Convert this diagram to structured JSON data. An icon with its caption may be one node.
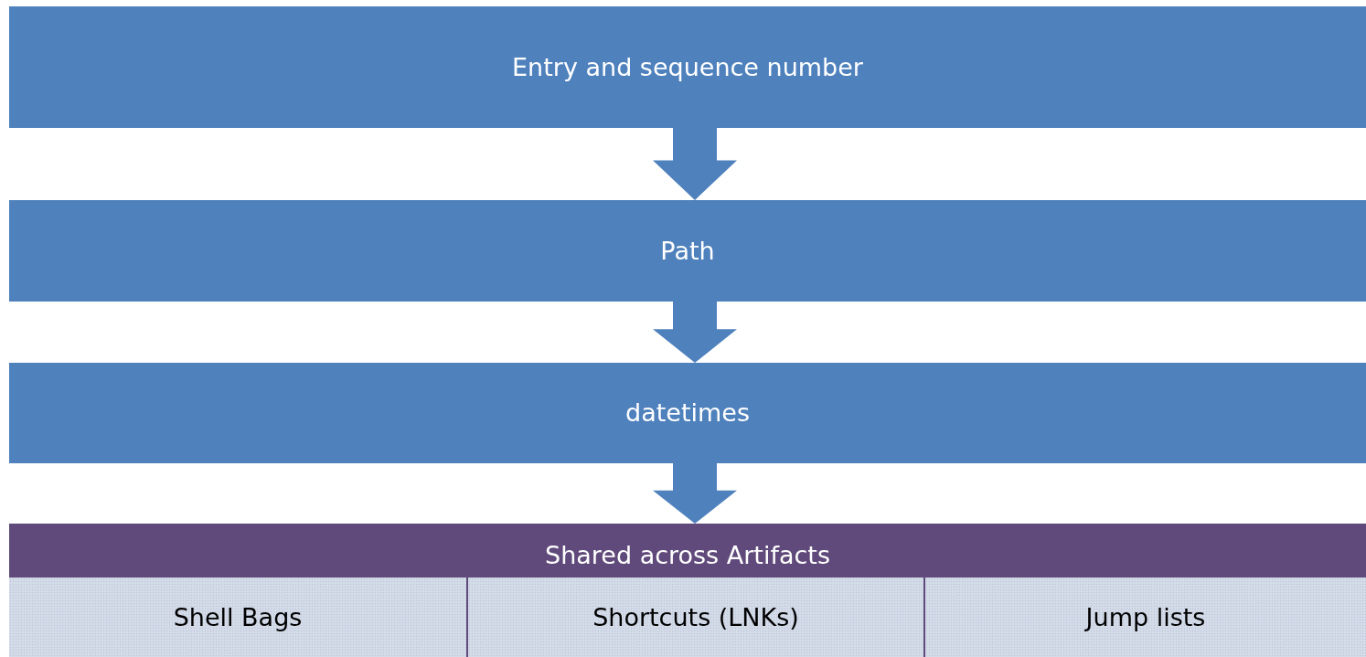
{
  "diagram": {
    "nodes": [
      {
        "text": [
          "Entry and sequence number"
        ]
      },
      {
        "text": [
          "Path"
        ]
      },
      {
        "text": [
          "datetimes"
        ]
      },
      {
        "text": [
          "Shared across Artifacts"
        ]
      },
      {
        "text": [
          "Shell Bags"
        ],
        "in": 3
      },
      {
        "text": [
          "Shortcuts (LNKs)"
        ],
        "in": 3
      },
      {
        "text": [
          "Jump lists"
        ],
        "in": 3
      }
    ],
    "edges": [
      {
        "from": 0,
        "to": 1,
        "arrow": "to"
      },
      {
        "from": 1,
        "to": 2,
        "arrow": "to"
      },
      {
        "from": 2,
        "to": 3,
        "arrow": "to"
      }
    ]
  }
}
